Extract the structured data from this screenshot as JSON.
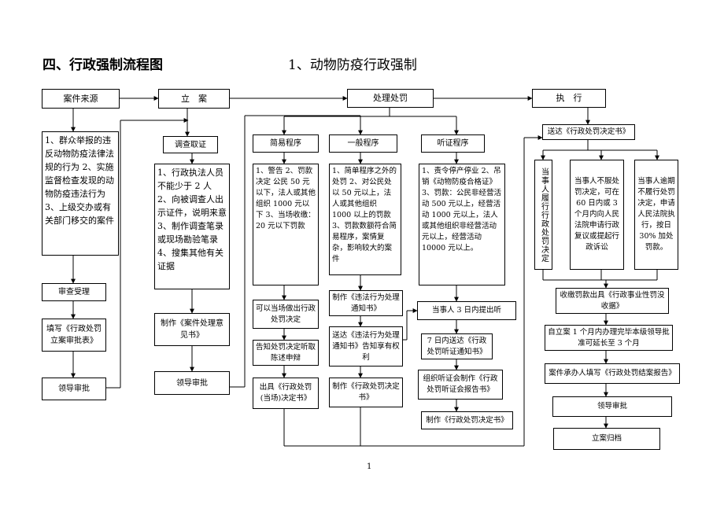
{
  "page": {
    "section_title": "四、行政强制流程图",
    "subtitle": "1、动物防疫行政强制",
    "page_number": "1"
  },
  "boxes": {
    "case_source": "案件来源",
    "register": "立　案",
    "handle": "处理处罚",
    "execute": "执　行",
    "complaint_sources": "1、群众举报的违反动物防疫法律法规的行为 2、实施监督检查发现的动物防疫违法行为 3、上级交办或有关部门移交的案件",
    "review_accept": "审查受理",
    "fill_approval": "填写《行政处罚立案审批表》",
    "leader_approve_1": "领导审批",
    "investigate": "调查取证",
    "investigate_rules": "1、行政执法人员不能少于 2 人 2、向被调查人出示证件，说明来意 3、制作调查笔录或现场勘验笔录 4、搜集其他有关证据",
    "make_opinion": "制作《案件处理意见书》",
    "leader_approve_2": "领导审批",
    "simple_proc": "简易程序",
    "simple_desc": "1、警告 2、罚款决定 公民 50 元以下，法人或其他组织 1000 元以下 3、当场收缴：20 元以下罚款",
    "simple_spot": "可以当场做出行政处罚决定",
    "simple_inform": "告知处罚决定听取陈述申辩",
    "simple_issue": "出具《行政处罚(当场)决定书》",
    "general_proc": "一般程序",
    "general_desc": "1、简单程序之外的处罚 2、对公民处以 50 元以上，法人或其他组织 1000 以上的罚款 3、罚款数额符合简易程序，案情复杂，影响较大的案件",
    "general_notice": "制作《违法行为处理通知书》",
    "general_deliver": "送达《违法行为处理通知书》告知享有权利",
    "general_decision": "制作《行政处罚决定书》",
    "hearing_proc": "听证程序",
    "hearing_desc": "1、责令停产停业 2、吊销《动物防疫合格证》3、罚款：公民非经营活动 500 元以上，经营活动 1000 元以上，法人或其他组织非经营活动元以上，经营活动 10000 元以上。",
    "hearing_request": "当事人 3 日内提出听",
    "hearing_notice": "7 日内送达《行政处罚听证通知书》",
    "hearing_report": "组织听证会制作《行政处罚听证会报告书》",
    "hearing_decision": "制作《行政处罚决定书》",
    "deliver_decision": "送达《行政处罚决定书》",
    "comply": "当事人履行行政处罚决定",
    "dispute": "当事人不服处罚决定，可在 60 日内或 3 个月内向人民法院申请行政复议或提起行政诉讼",
    "overdue": "当事人逾期不履行处罚决定，申请人民法院执行，按日 30% 加处罚款。",
    "collect_fine": "收缴罚款出具《行政事业性罚没收据》",
    "close_deadline": "自立案 1 个月内办理完毕本级领导批准可延长至 3 个月",
    "final_report": "案件承办人填写《行政处罚结案报告》",
    "leader_approve_3": "领导审批",
    "archive": "立案归档"
  }
}
